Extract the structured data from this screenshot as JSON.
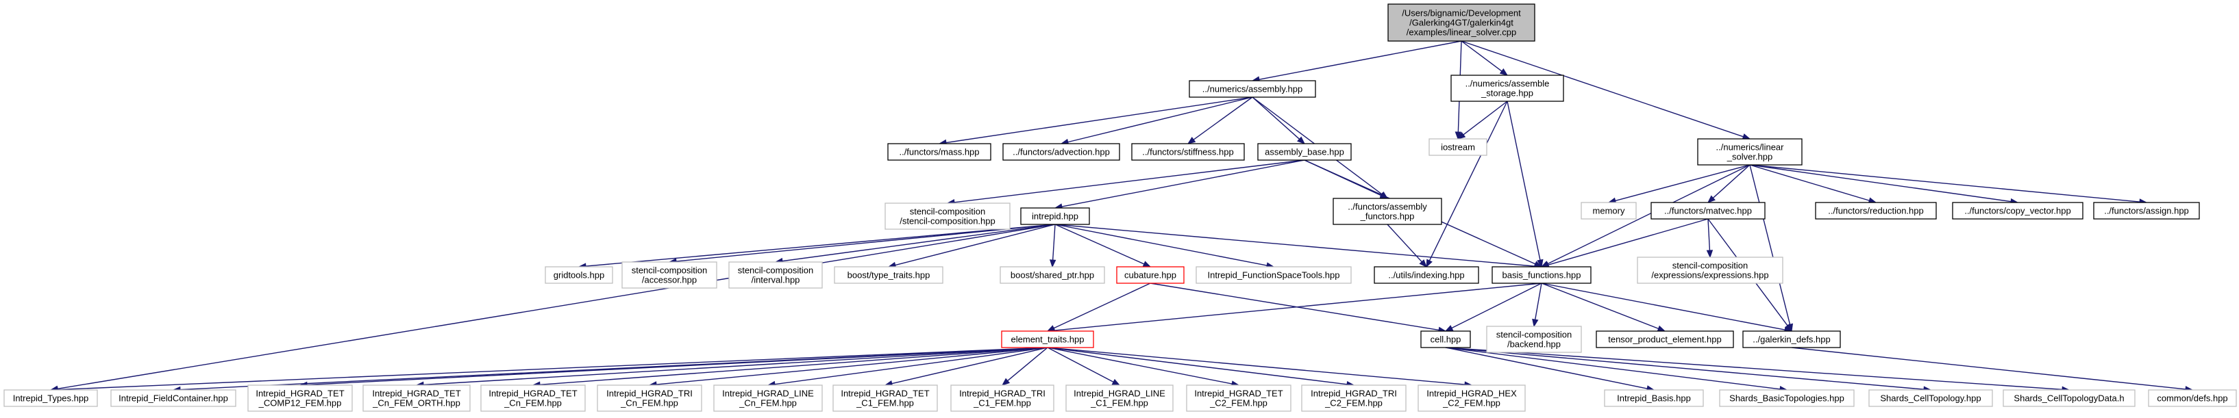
{
  "graph": {
    "colors": {
      "edge": "#191970",
      "black": "#000000",
      "gray": "#bfbfbf",
      "red": "#ff0000",
      "root_fill": "#bfbfbf",
      "fill": "#ffffff"
    },
    "nodes": [
      {
        "id": "root",
        "lines": [
          "/Users/bignamic/Development",
          "/Galerking4GT/galerkin4gt",
          "/examples/linear_solver.cpp"
        ],
        "style": "root"
      },
      {
        "id": "assembly",
        "lines": [
          "../numerics/assembly.hpp"
        ],
        "style": "black"
      },
      {
        "id": "assemble_storage",
        "lines": [
          "../numerics/assemble",
          "_storage.hpp"
        ],
        "style": "black"
      },
      {
        "id": "iostream",
        "lines": [
          "iostream"
        ],
        "style": "gray"
      },
      {
        "id": "linear_solver",
        "lines": [
          "../numerics/linear",
          "_solver.hpp"
        ],
        "style": "black"
      },
      {
        "id": "mass",
        "lines": [
          "../functors/mass.hpp"
        ],
        "style": "black"
      },
      {
        "id": "advection",
        "lines": [
          "../functors/advection.hpp"
        ],
        "style": "black"
      },
      {
        "id": "stiffness",
        "lines": [
          "../functors/stiffness.hpp"
        ],
        "style": "black"
      },
      {
        "id": "assembly_base",
        "lines": [
          "assembly_base.hpp"
        ],
        "style": "black"
      },
      {
        "id": "stencil_comp",
        "lines": [
          "stencil-composition",
          "/stencil-composition.hpp"
        ],
        "style": "gray"
      },
      {
        "id": "intrepid",
        "lines": [
          "intrepid.hpp"
        ],
        "style": "black"
      },
      {
        "id": "functors_assembly",
        "lines": [
          "../functors/assembly",
          "_functors.hpp"
        ],
        "style": "black"
      },
      {
        "id": "memory",
        "lines": [
          "memory"
        ],
        "style": "gray"
      },
      {
        "id": "matvec",
        "lines": [
          "../functors/matvec.hpp"
        ],
        "style": "black"
      },
      {
        "id": "reduction",
        "lines": [
          "../functors/reduction.hpp"
        ],
        "style": "black"
      },
      {
        "id": "copy_vector",
        "lines": [
          "../functors/copy_vector.hpp"
        ],
        "style": "black"
      },
      {
        "id": "assign",
        "lines": [
          "../functors/assign.hpp"
        ],
        "style": "black"
      },
      {
        "id": "stencil_expr",
        "lines": [
          "stencil-composition",
          "/expressions/expressions.hpp"
        ],
        "style": "gray"
      },
      {
        "id": "gridtools",
        "lines": [
          "gridtools.hpp"
        ],
        "style": "gray"
      },
      {
        "id": "accessor",
        "lines": [
          "stencil-composition",
          "/accessor.hpp"
        ],
        "style": "gray"
      },
      {
        "id": "interval",
        "lines": [
          "stencil-composition",
          "/interval.hpp"
        ],
        "style": "gray"
      },
      {
        "id": "type_traits",
        "lines": [
          "boost/type_traits.hpp"
        ],
        "style": "gray"
      },
      {
        "id": "shared_ptr",
        "lines": [
          "boost/shared_ptr.hpp"
        ],
        "style": "gray"
      },
      {
        "id": "cubature",
        "lines": [
          "cubature.hpp"
        ],
        "style": "red"
      },
      {
        "id": "fst",
        "lines": [
          "Intrepid_FunctionSpaceTools.hpp"
        ],
        "style": "gray"
      },
      {
        "id": "indexing",
        "lines": [
          "../utils/indexing.hpp"
        ],
        "style": "black"
      },
      {
        "id": "basis_functions",
        "lines": [
          "basis_functions.hpp"
        ],
        "style": "black"
      },
      {
        "id": "element_traits",
        "lines": [
          "element_traits.hpp"
        ],
        "style": "red"
      },
      {
        "id": "cell",
        "lines": [
          "cell.hpp"
        ],
        "style": "black"
      },
      {
        "id": "backend",
        "lines": [
          "stencil-composition",
          "/backend.hpp"
        ],
        "style": "gray"
      },
      {
        "id": "tensor_product",
        "lines": [
          "tensor_product_element.hpp"
        ],
        "style": "black"
      },
      {
        "id": "galerkin_defs",
        "lines": [
          "../galerkin_defs.hpp"
        ],
        "style": "black"
      },
      {
        "id": "types",
        "lines": [
          "Intrepid_Types.hpp"
        ],
        "style": "gray"
      },
      {
        "id": "fieldcontainer",
        "lines": [
          "Intrepid_FieldContainer.hpp"
        ],
        "style": "gray"
      },
      {
        "id": "tet_comp12",
        "lines": [
          "Intrepid_HGRAD_TET",
          "_COMP12_FEM.hpp"
        ],
        "style": "gray"
      },
      {
        "id": "tet_cn_orth",
        "lines": [
          "Intrepid_HGRAD_TET",
          "_Cn_FEM_ORTH.hpp"
        ],
        "style": "gray"
      },
      {
        "id": "tet_cn",
        "lines": [
          "Intrepid_HGRAD_TET",
          "_Cn_FEM.hpp"
        ],
        "style": "gray"
      },
      {
        "id": "tri_cn",
        "lines": [
          "Intrepid_HGRAD_TRI",
          "_Cn_FEM.hpp"
        ],
        "style": "gray"
      },
      {
        "id": "line_cn",
        "lines": [
          "Intrepid_HGRAD_LINE",
          "_Cn_FEM.hpp"
        ],
        "style": "gray"
      },
      {
        "id": "tet_c1",
        "lines": [
          "Intrepid_HGRAD_TET",
          "_C1_FEM.hpp"
        ],
        "style": "gray"
      },
      {
        "id": "tri_c1",
        "lines": [
          "Intrepid_HGRAD_TRI",
          "_C1_FEM.hpp"
        ],
        "style": "gray"
      },
      {
        "id": "line_c1",
        "lines": [
          "Intrepid_HGRAD_LINE",
          "_C1_FEM.hpp"
        ],
        "style": "gray"
      },
      {
        "id": "tet_c2",
        "lines": [
          "Intrepid_HGRAD_TET",
          "_C2_FEM.hpp"
        ],
        "style": "gray"
      },
      {
        "id": "tri_c2",
        "lines": [
          "Intrepid_HGRAD_TRI",
          "_C2_FEM.hpp"
        ],
        "style": "gray"
      },
      {
        "id": "hex_c2",
        "lines": [
          "Intrepid_HGRAD_HEX",
          "_C2_FEM.hpp"
        ],
        "style": "gray"
      },
      {
        "id": "basis",
        "lines": [
          "Intrepid_Basis.hpp"
        ],
        "style": "gray"
      },
      {
        "id": "basic_topologies",
        "lines": [
          "Shards_BasicTopologies.hpp"
        ],
        "style": "gray"
      },
      {
        "id": "celltopology",
        "lines": [
          "Shards_CellTopology.hpp"
        ],
        "style": "gray"
      },
      {
        "id": "celltopologydata",
        "lines": [
          "Shards_CellTopologyData.h"
        ],
        "style": "gray"
      },
      {
        "id": "common_defs",
        "lines": [
          "common/defs.hpp"
        ],
        "style": "gray"
      }
    ],
    "edges": [
      [
        "root",
        "assembly"
      ],
      [
        "root",
        "assemble_storage"
      ],
      [
        "root",
        "iostream"
      ],
      [
        "root",
        "linear_solver"
      ],
      [
        "assembly",
        "mass"
      ],
      [
        "assembly",
        "advection"
      ],
      [
        "assembly",
        "stiffness"
      ],
      [
        "assembly",
        "assembly_base"
      ],
      [
        "assembly",
        "functors_assembly"
      ],
      [
        "assemble_storage",
        "iostream"
      ],
      [
        "assemble_storage",
        "indexing"
      ],
      [
        "assemble_storage",
        "basis_functions"
      ],
      [
        "linear_solver",
        "memory"
      ],
      [
        "linear_solver",
        "matvec"
      ],
      [
        "linear_solver",
        "reduction"
      ],
      [
        "linear_solver",
        "copy_vector"
      ],
      [
        "linear_solver",
        "assign"
      ],
      [
        "linear_solver",
        "basis_functions"
      ],
      [
        "linear_solver",
        "galerkin_defs"
      ],
      [
        "assembly_base",
        "stencil_comp"
      ],
      [
        "assembly_base",
        "intrepid"
      ],
      [
        "assembly_base",
        "functors_assembly"
      ],
      [
        "assembly_base",
        "basis_functions"
      ],
      [
        "intrepid",
        "gridtools"
      ],
      [
        "intrepid",
        "accessor"
      ],
      [
        "intrepid",
        "interval"
      ],
      [
        "intrepid",
        "type_traits"
      ],
      [
        "intrepid",
        "shared_ptr"
      ],
      [
        "intrepid",
        "cubature"
      ],
      [
        "intrepid",
        "fst"
      ],
      [
        "intrepid",
        "basis_functions"
      ],
      [
        "intrepid",
        "types"
      ],
      [
        "functors_assembly",
        "indexing"
      ],
      [
        "matvec",
        "stencil_expr"
      ],
      [
        "matvec",
        "basis_functions"
      ],
      [
        "matvec",
        "galerkin_defs"
      ],
      [
        "cubature",
        "element_traits"
      ],
      [
        "cubature",
        "cell"
      ],
      [
        "basis_functions",
        "element_traits"
      ],
      [
        "basis_functions",
        "cell"
      ],
      [
        "basis_functions",
        "backend"
      ],
      [
        "basis_functions",
        "tensor_product"
      ],
      [
        "basis_functions",
        "galerkin_defs"
      ],
      [
        "element_traits",
        "types"
      ],
      [
        "element_traits",
        "fieldcontainer"
      ],
      [
        "element_traits",
        "tet_comp12"
      ],
      [
        "element_traits",
        "tet_cn_orth"
      ],
      [
        "element_traits",
        "tet_cn"
      ],
      [
        "element_traits",
        "tri_cn"
      ],
      [
        "element_traits",
        "line_cn"
      ],
      [
        "element_traits",
        "tet_c1"
      ],
      [
        "element_traits",
        "tri_c1"
      ],
      [
        "element_traits",
        "line_c1"
      ],
      [
        "element_traits",
        "tet_c2"
      ],
      [
        "element_traits",
        "tri_c2"
      ],
      [
        "element_traits",
        "hex_c2"
      ],
      [
        "cell",
        "basis"
      ],
      [
        "cell",
        "basic_topologies"
      ],
      [
        "cell",
        "celltopology"
      ],
      [
        "cell",
        "celltopologydata"
      ],
      [
        "galerkin_defs",
        "common_defs"
      ]
    ]
  }
}
